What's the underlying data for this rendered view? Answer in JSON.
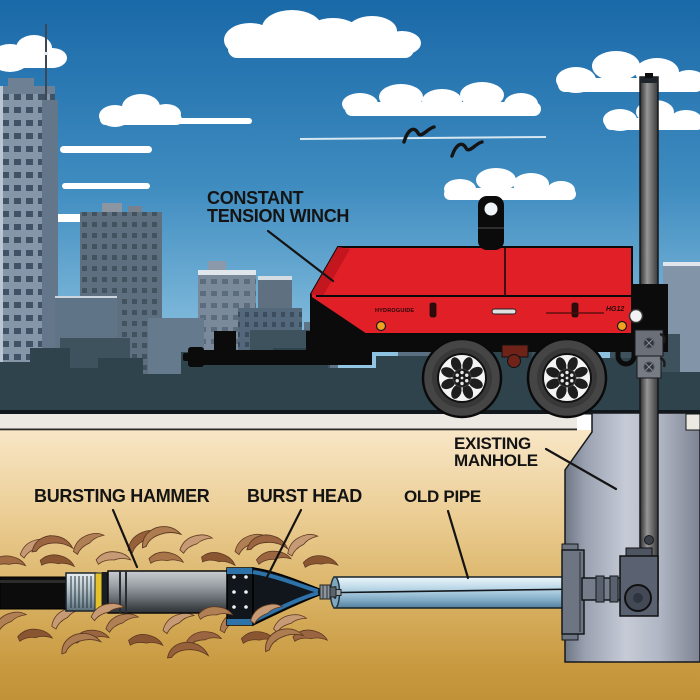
{
  "scene": {
    "labels": {
      "winch_line1": "CONSTANT",
      "winch_line2": "TENSION WINCH",
      "manhole_line1": "EXISTING",
      "manhole_line2": "MANHOLE",
      "bursting_hammer": "BURSTING HAMMER",
      "burst_head": "BURST HEAD",
      "old_pipe": "OLD PIPE"
    },
    "equipment": {
      "brand": "HYDROGUIDE",
      "model": "HG12"
    },
    "colors": {
      "sky_top": "#1a69a8",
      "sky_horizon": "#a9d4ea",
      "trailer_red": "#e01f26",
      "soil_light": "#f8e6c6",
      "soil_dark": "#c8993f",
      "pavement": "#ece9e2",
      "manhole_concrete": "#c6cbd6",
      "old_pipe_blue": "#a8cade",
      "burst_head_blue": "#2e72aa",
      "skyline_dark": "#2f434c",
      "shard_brown": "#a06a42"
    }
  }
}
